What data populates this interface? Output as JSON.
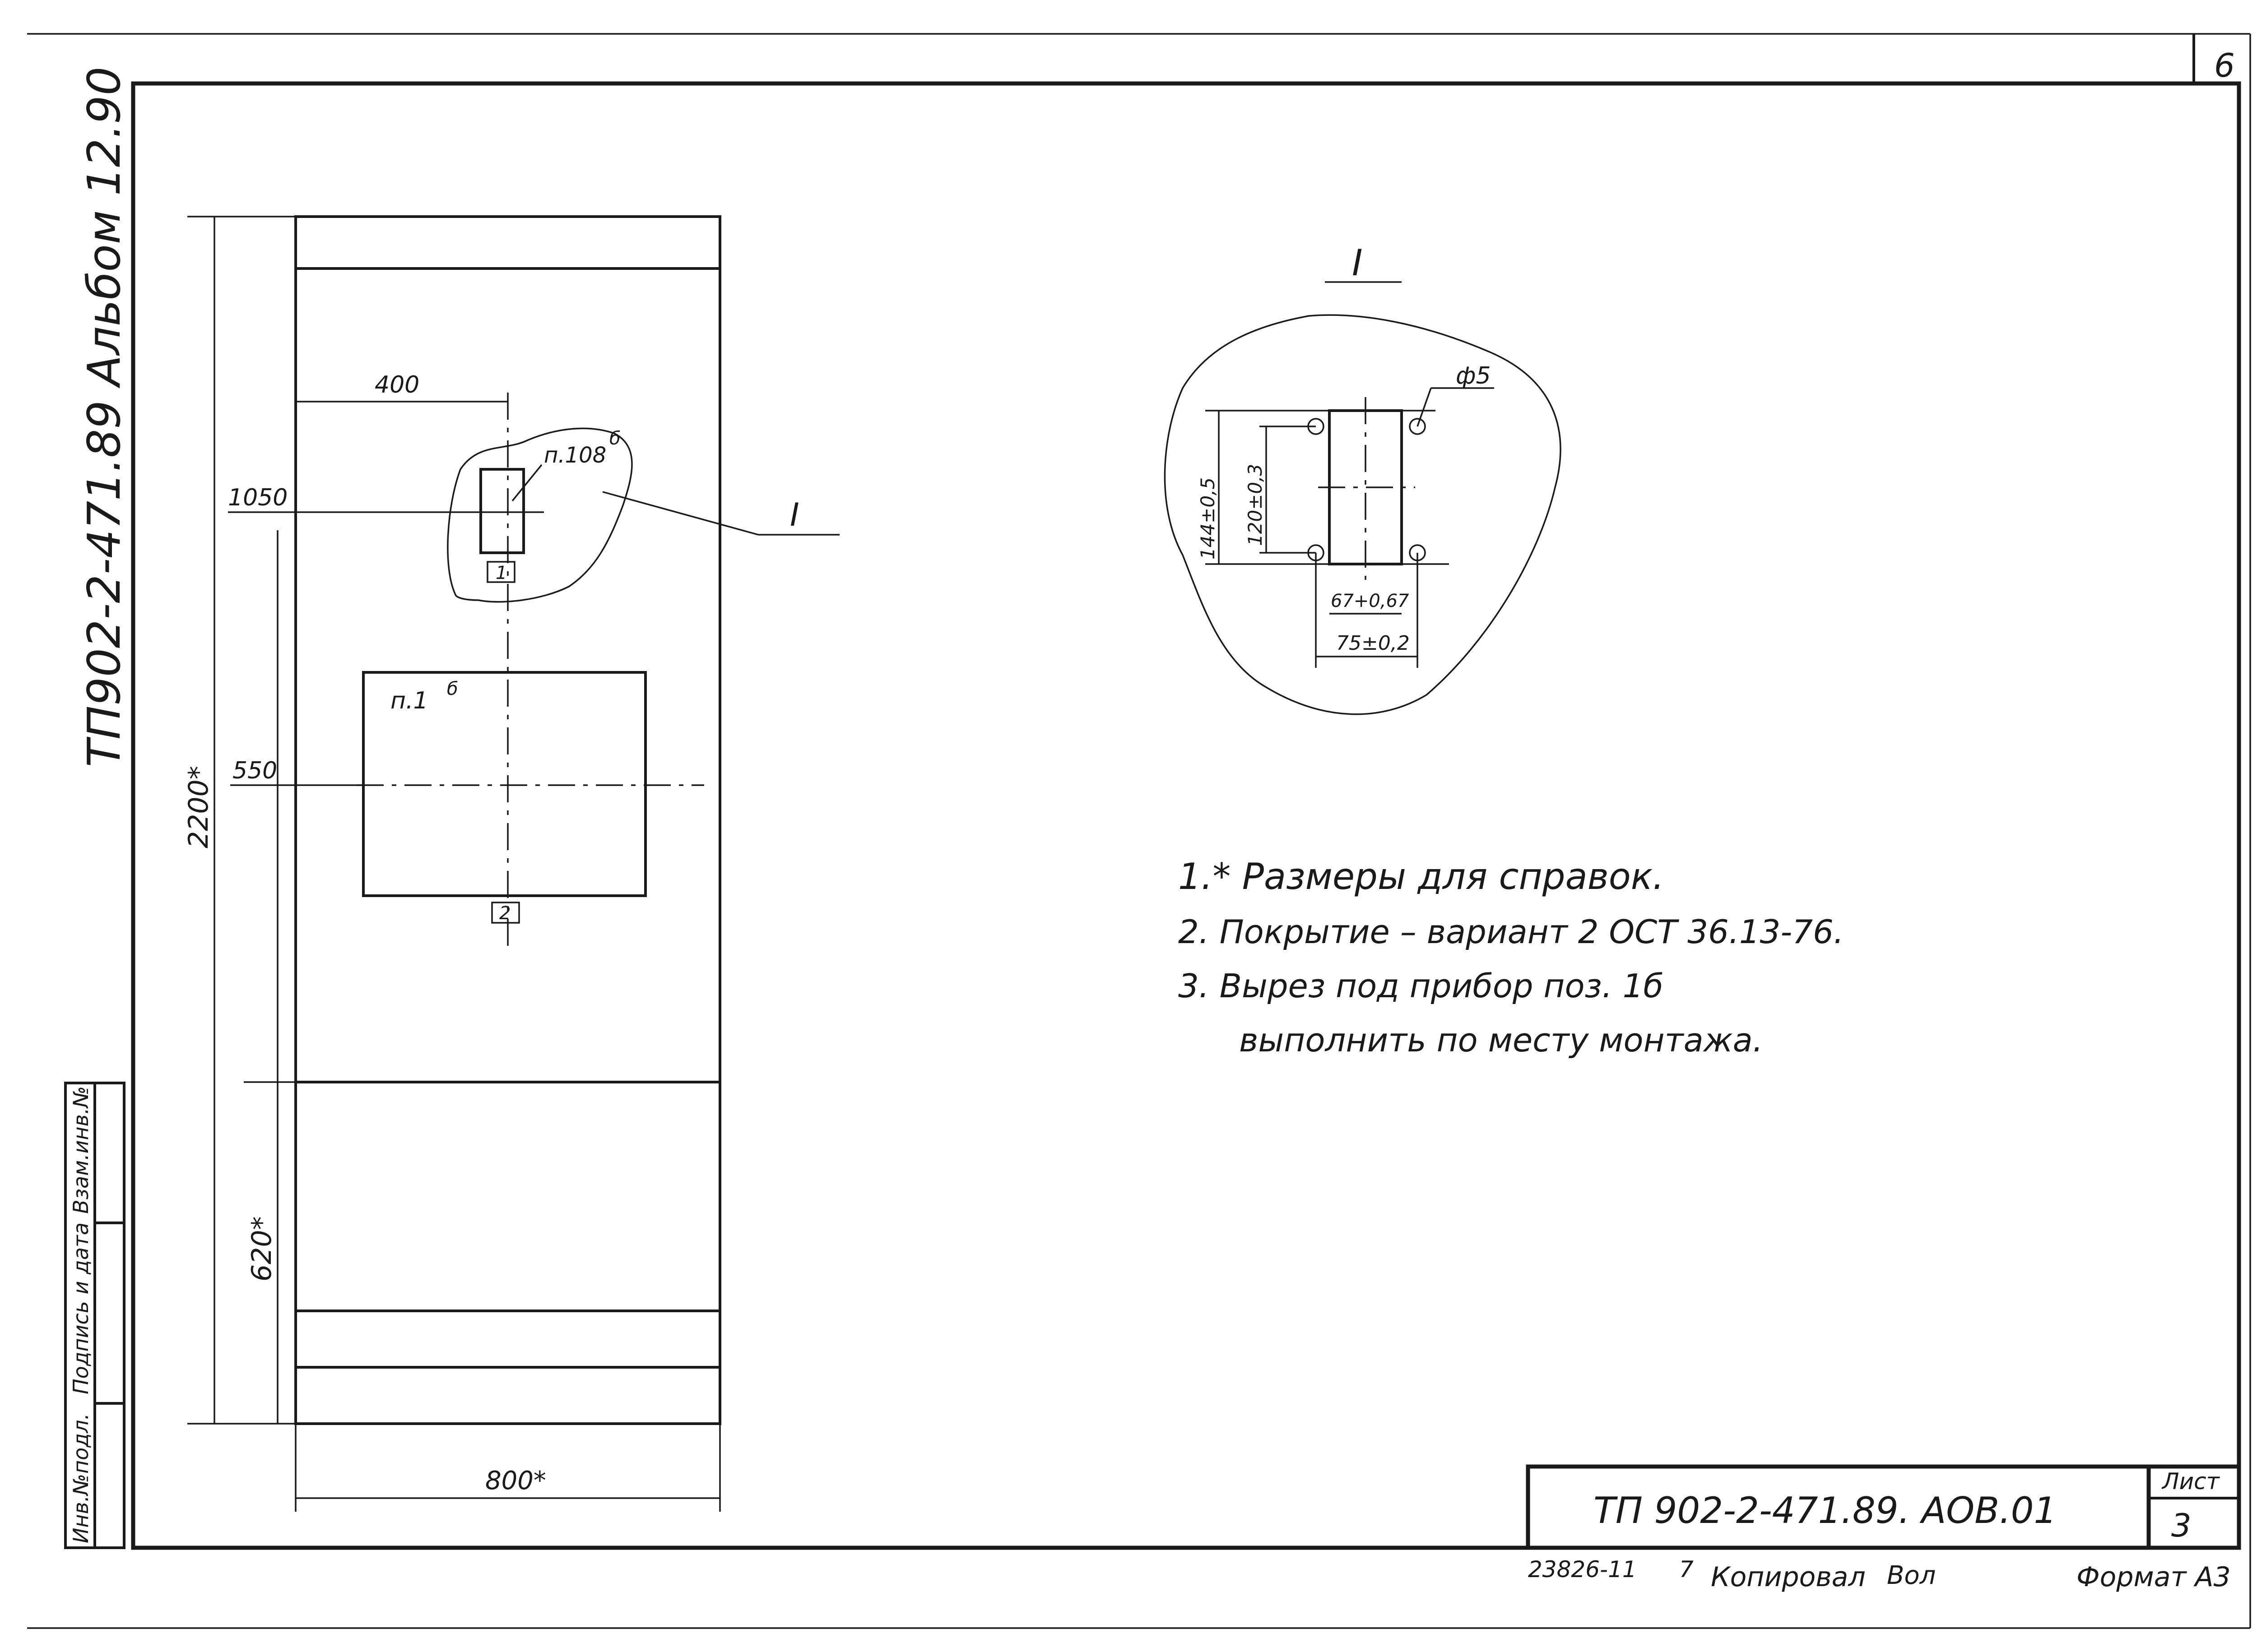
{
  "sheet": {
    "corner_number": "6",
    "side_title": "ТП902-2-471.89   Альбом 12.90",
    "stamp_labels": [
      "Инв.№подл.",
      "Подпись и дата",
      "Взам.инв.№"
    ]
  },
  "drawing": {
    "dimensions": {
      "width_400": "400",
      "height_1050": "1050",
      "height_550": "550",
      "height_2200": "2200*",
      "height_620": "620*",
      "width_800": "800*"
    },
    "labels": {
      "cutout_small": "п.108",
      "cutout_small_sup": "б",
      "cutout_large": "п.1",
      "cutout_large_sup": "б",
      "callout": "I",
      "tag_1": "1",
      "tag_2": "2"
    }
  },
  "detail": {
    "title": "I",
    "hole": "ф5",
    "dim_144": "144±0,5",
    "dim_120": "120±0,3",
    "dim_67": "67+0,67",
    "dim_75": "75±0,2"
  },
  "notes": [
    "1.* Размеры для справок.",
    "2. Покрытие – вариант 2 ОСТ 36.13-76.",
    "3. Вырез под прибор поз. 1б",
    "выполнить по месту монтажа."
  ],
  "title_block": {
    "designation": "ТП 902-2-471.89. АОВ.01",
    "sheet_label": "Лист",
    "sheet_number": "3"
  },
  "footer": {
    "order_number": "23826-11",
    "sheet_index": "7",
    "copied_label": "Копировал",
    "copied_signature": "Вол",
    "format": "Формат А3"
  }
}
